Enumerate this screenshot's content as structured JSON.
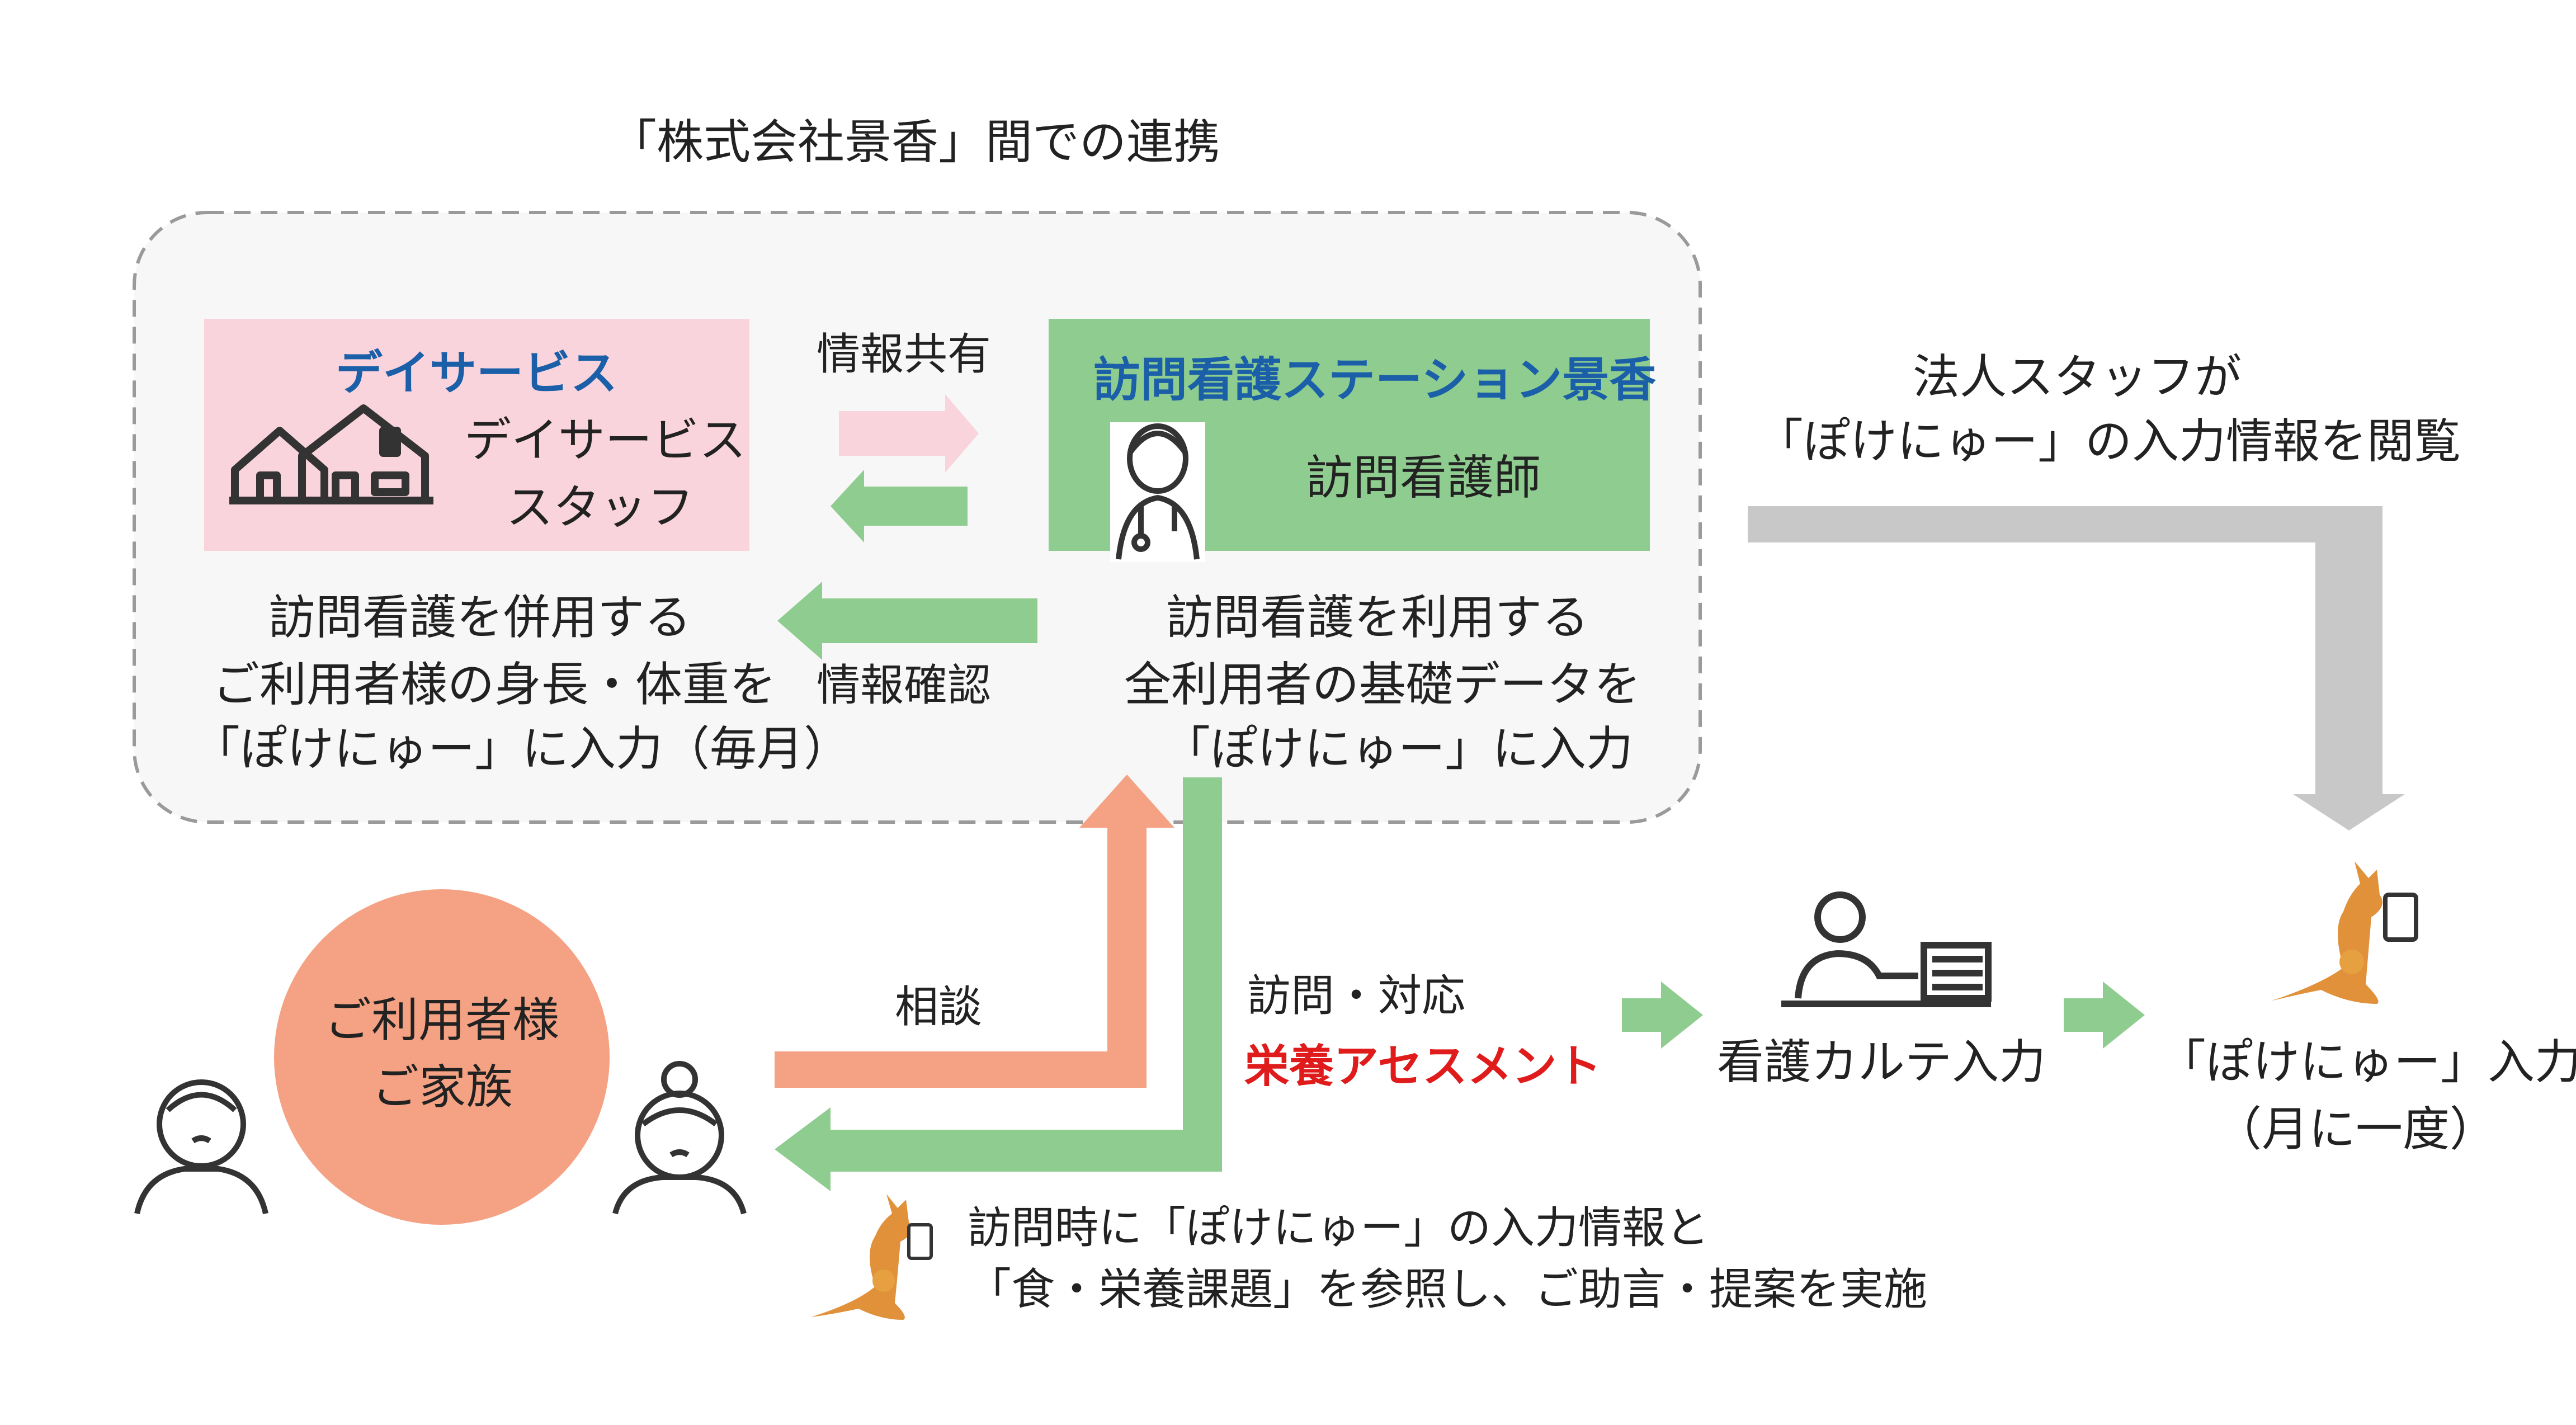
{
  "title": "「株式会社景香」間での連携",
  "colors": {
    "pink_box": "#fad4dc",
    "green_box": "#8fcc8f",
    "green_arrow": "#8fcc8f",
    "pink_arrow": "#fad4dc",
    "salmon": "#f4a283",
    "gray_arrow": "#c8c8c8",
    "highlight": "#e01b1b",
    "heading_blue": "#1a5fa8"
  },
  "day_service": {
    "heading": "デイサービス",
    "staff_line1": "デイサービス",
    "staff_line2": "スタッフ",
    "icon": "house-icon",
    "desc_line1": "訪問看護を併用する",
    "desc_line2": "ご利用者様の身長・体重を",
    "desc_line3": "「ぽけにゅー」に入力（毎月）"
  },
  "station": {
    "heading": "訪問看護ステーション景香",
    "staff": "訪問看護師",
    "icon": "nurse-icon",
    "desc_line1": "訪問看護を利用する",
    "desc_line2": "全利用者の基礎データを",
    "desc_line3": "「ぽけにゅー」に入力"
  },
  "arrows": {
    "info_share": "情報共有",
    "info_confirm": "情報確認",
    "consult": "相談",
    "visit": "訪問・対応",
    "assessment": "栄養アセスメント"
  },
  "corporate": {
    "line1": "法人スタッフが",
    "line2": "「ぽけにゅー」の入力情報を閲覧"
  },
  "client": {
    "line1": "ご利用者様",
    "line2": "ご家族"
  },
  "karte": {
    "label": "看護カルテ入力",
    "icon": "laptop-user-icon"
  },
  "pokenyu": {
    "line1": "「ぽけにゅー」入力",
    "line2": "（月に一度）",
    "icon": "kangaroo-icon"
  },
  "bottom_note": {
    "line1": "訪問時に「ぽけにゅー」の入力情報と",
    "line2": "「食・栄養課題」を参照し、ご助言・提案を実施"
  }
}
